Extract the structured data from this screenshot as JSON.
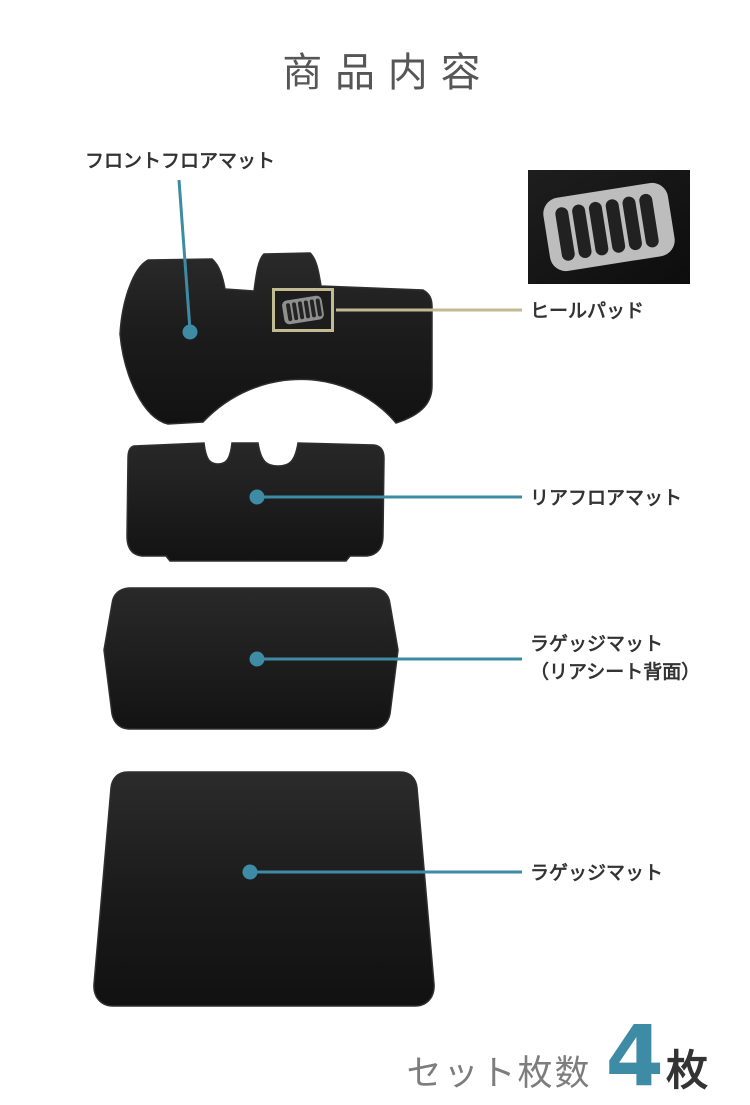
{
  "title": "商品内容",
  "colors": {
    "accent_teal": "#3e8ba6",
    "accent_tan": "#c2ba90",
    "label_text": "#333333",
    "title_text": "#565656",
    "muted_text": "#7d7d7d",
    "mat_dark": "#1c1c1c"
  },
  "callouts": {
    "front_mat": {
      "label": "フロントフロアマット"
    },
    "heel_pad": {
      "label": "ヒールパッド"
    },
    "rear_mat": {
      "label": "リアフロアマット"
    },
    "luggage_mat_rear": {
      "label": "ラゲッジマット",
      "label2": "（リアシート背面）"
    },
    "luggage_mat": {
      "label": "ラゲッジマット"
    }
  },
  "footer": {
    "set_count_label": "セット枚数",
    "count": "4",
    "unit": "枚"
  }
}
